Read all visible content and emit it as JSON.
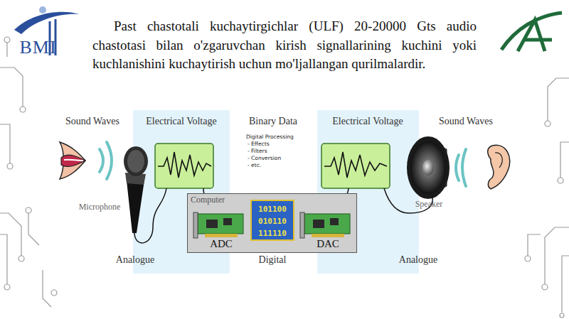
{
  "diagram": {
    "title": "Past chastotali kuchaytirgichlar (ULF) 20-20000 Gts audio chastotasi bilan o'zgaruvchan kirish signallarining kuchini yoki kuchlanishini kuchaytirish uchun mo'ljallangan qurilmalardir.",
    "nodes": [
      {
        "text": [
          "Computer"
        ]
      },
      {
        "text": [
          "ADC"
        ],
        "in": 0
      },
      {
        "text": [
          "101100 010110 111110"
        ],
        "in": 0
      },
      {
        "text": [
          "DAC"
        ],
        "in": 0
      }
    ],
    "labels": [
      "BMI",
      "Sound Waves",
      "Electrical Voltage",
      "Binary Data",
      "Electrical Voltage",
      "Sound Waves",
      "Digital Processing",
      "- Effects",
      "- Filters",
      "- Conversion",
      "- etc.",
      "Microphone",
      "Speaker",
      "Analogue",
      "Digital",
      "Analogue"
    ]
  }
}
